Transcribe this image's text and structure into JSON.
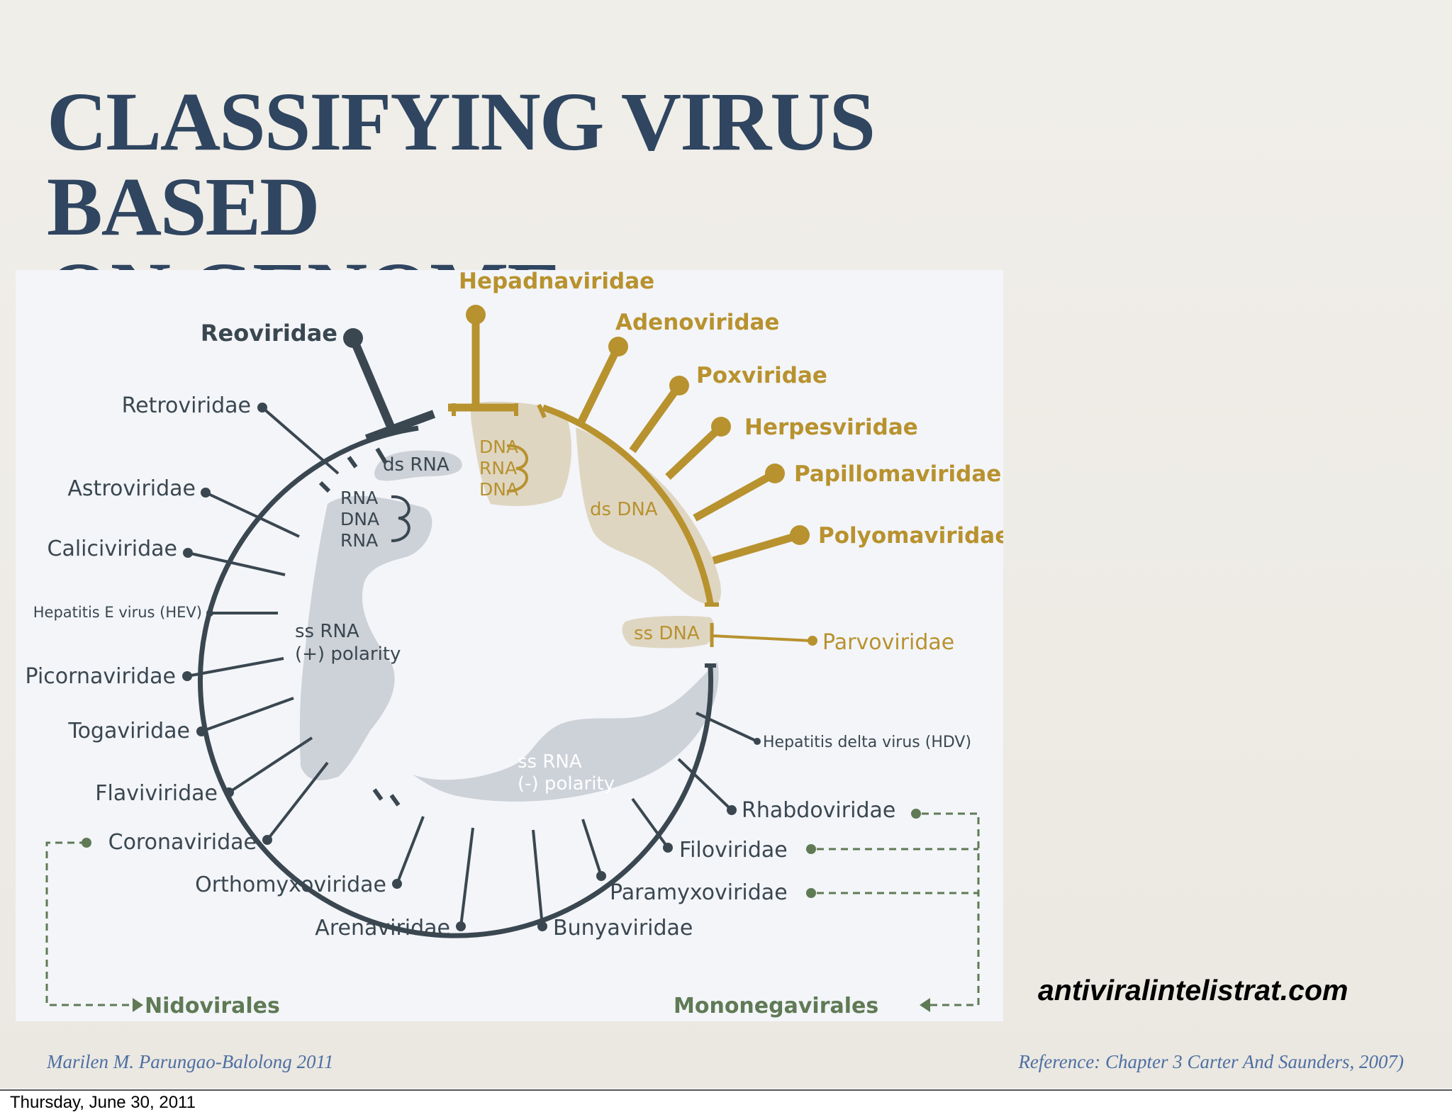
{
  "slide": {
    "title_line1": "CLASSIFYING VIRUS BASED",
    "title_line2": "ON GENOME...",
    "website": "antiviralintelistrat.com",
    "author": "Marilen M. Parungao-Balolong  2011",
    "reference": "Reference: Chapter 3 Carter And Saunders, 2007)",
    "date": "Thursday, June 30, 2011"
  },
  "diagram": {
    "groups": {
      "ds_rna": "ds RNA",
      "rt_rna": [
        "RNA",
        "DNA",
        "RNA"
      ],
      "rt_dna": [
        "DNA",
        "RNA",
        "DNA"
      ],
      "ds_dna": "ds DNA",
      "ss_dna": "ss DNA",
      "ss_rna_pos": [
        "ss RNA",
        "(+) polarity"
      ],
      "ss_rna_neg": [
        "ss RNA",
        "(-) polarity"
      ]
    },
    "families": {
      "reoviridae": "Reoviridae",
      "retroviridae": "Retroviridae",
      "astroviridae": "Astroviridae",
      "caliciviridae": "Caliciviridae",
      "hev": "Hepatitis E virus (HEV)",
      "picornaviridae": "Picornaviridae",
      "togaviridae": "Togaviridae",
      "flaviviridae": "Flaviviridae",
      "coronaviridae": "Coronaviridae",
      "orthomyxoviridae": "Orthomyxoviridae",
      "arenaviridae": "Arenaviridae",
      "bunyaviridae": "Bunyaviridae",
      "paramyxoviridae": "Paramyxoviridae",
      "filoviridae": "Filoviridae",
      "rhabdoviridae": "Rhabdoviridae",
      "hdv": "Hepatitis delta virus (HDV)",
      "parvoviridae": "Parvoviridae",
      "polyomaviridae": "Polyomaviridae",
      "papillomaviridae": "Papillomaviridae",
      "herpesviridae": "Herpesviridae",
      "poxviridae": "Poxviridae",
      "adenoviridae": "Adenoviridae",
      "hepadnaviridae": "Hepadnaviridae"
    },
    "orders": {
      "nidovirales": "Nidovirales",
      "mononegavirales": "Mononegavirales"
    },
    "colors": {
      "rna_line": "#3a4750",
      "dna_line": "#b8922e",
      "rna_blob": "#cdd1d8",
      "dna_blob": "#dfd6c2",
      "order_green": "#5f7a55",
      "title": "#2f4560",
      "footer_text": "#4d6fa3"
    }
  }
}
